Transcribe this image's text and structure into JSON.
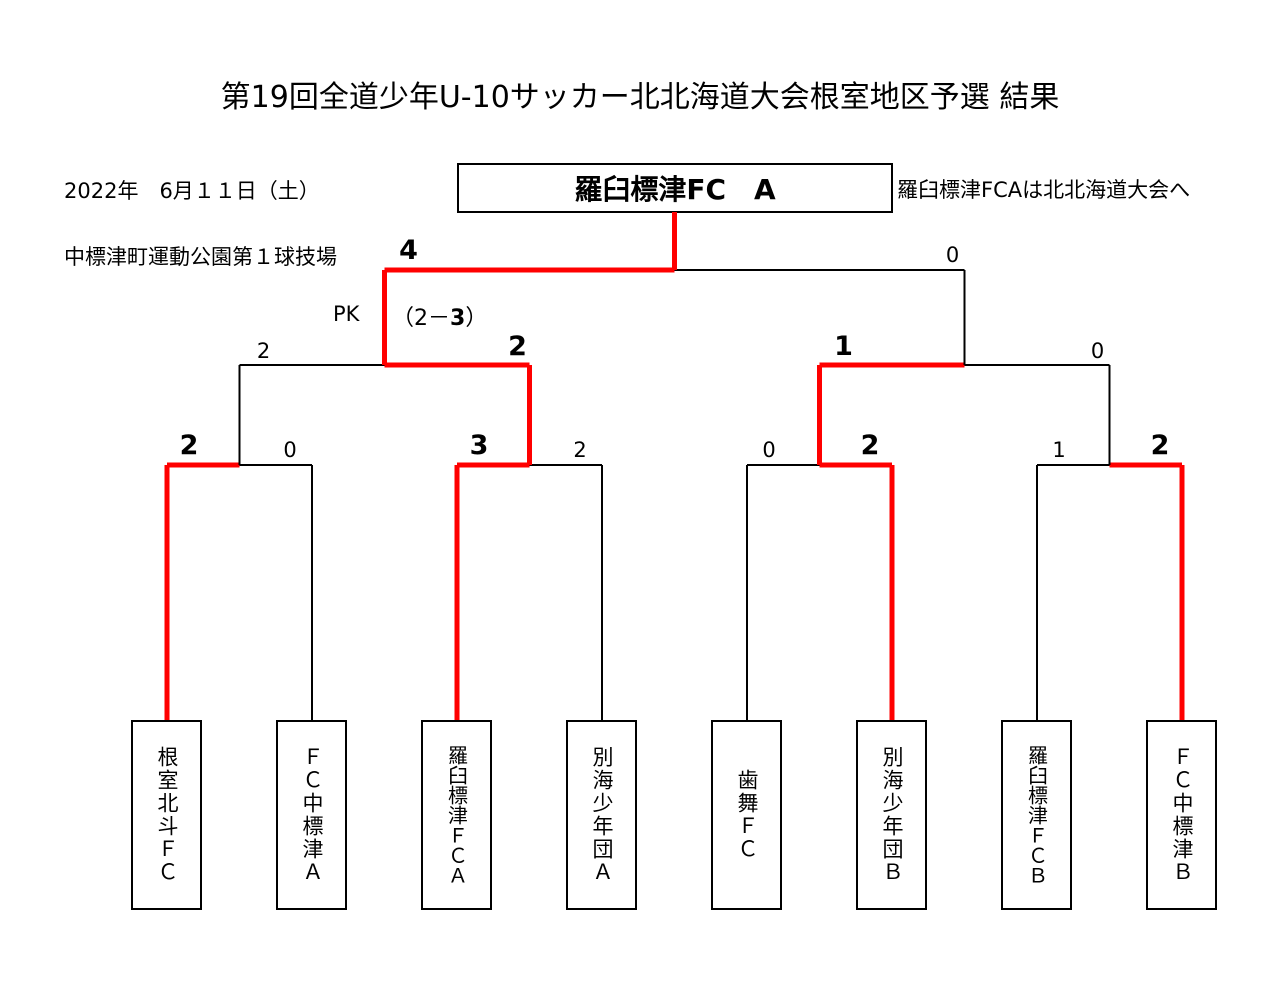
{
  "title": "第19回全道少年U-10サッカー北北海道大会根室地区予選 結果",
  "date": "2022年　6月１１日（土）",
  "venue": "中標津町運動公園第１球技場",
  "champion": "羅臼標津FC　A",
  "advance_note": "羅臼標津FCAは北北海道大会へ",
  "pk": {
    "label": "PK",
    "score_prefix": "（2－",
    "score_win": "3",
    "score_suffix": "）"
  },
  "colors": {
    "winner_line": "#ff0000",
    "line": "#000000"
  },
  "teams": [
    "根室北斗ＦＣ",
    "ＦＣ中標津Ａ",
    "羅臼標津ＦＣＡ",
    "別海少年団Ａ",
    "歯舞ＦＣ",
    "別海少年団Ｂ",
    "羅臼標津ＦＣＢ",
    "ＦＣ中標津Ｂ"
  ],
  "round1": [
    {
      "left": "2",
      "right": "0",
      "winner": "left"
    },
    {
      "left": "3",
      "right": "2",
      "winner": "left"
    },
    {
      "left": "0",
      "right": "2",
      "winner": "right"
    },
    {
      "left": "1",
      "right": "2",
      "winner": "right"
    }
  ],
  "round2": [
    {
      "left": "2",
      "right": "2",
      "winner": "right"
    },
    {
      "left": "1",
      "right": "0",
      "winner": "left"
    }
  ],
  "final": {
    "left": "4",
    "right": "0",
    "winner": "left"
  }
}
